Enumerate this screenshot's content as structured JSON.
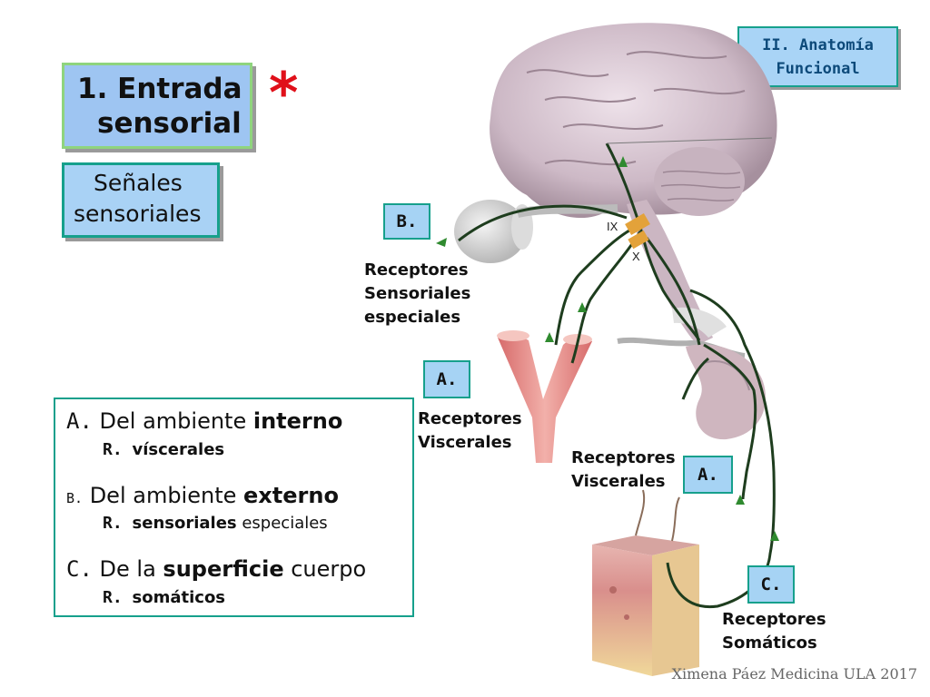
{
  "title": {
    "line1": "1. Entrada",
    "line2": "sensorial"
  },
  "star": "*",
  "subtitle": {
    "line1": "Señales",
    "line2": "sensoriales"
  },
  "section": {
    "line1": "II. Anatomía",
    "line2": "Funcional"
  },
  "tags": {
    "b": "B.",
    "a_left": "A.",
    "a_right": "A.",
    "c": "C."
  },
  "receptors": {
    "special": {
      "l1": "Receptores",
      "l2": "Sensoriales",
      "l3": "especiales"
    },
    "visceral_left": {
      "l1": "Receptores",
      "l2": "Viscerales"
    },
    "visceral_right": {
      "l1": "Receptores",
      "l2": "Viscerales"
    },
    "somatic": {
      "l1": "Receptores",
      "l2": "Somáticos"
    }
  },
  "list": {
    "a": {
      "letter": "A.",
      "pre": " Del ambiente ",
      "bold": "interno",
      "sub_r": "R. ",
      "sub_bold": "víscerales"
    },
    "b": {
      "letter": "B.",
      "pre": " Del ambiente ",
      "bold": "externo",
      "sub_r": "R. ",
      "sub_bold": "sensoriales",
      "sub_rest": " especiales"
    },
    "c": {
      "letter": "C.",
      "pre": " De la ",
      "bold": "superficie",
      "post": " cuerpo",
      "sub_r": "R. ",
      "sub_bold": "somáticos"
    }
  },
  "nerve_labels": {
    "ix": "IX",
    "x": "X"
  },
  "footer": "Ximena Páez Medicina ULA 2017",
  "colors": {
    "title_bg": "#9ec5f2",
    "box_border": "#16a08c",
    "star": "#e0101a",
    "nerve": "#1e3d1e"
  }
}
